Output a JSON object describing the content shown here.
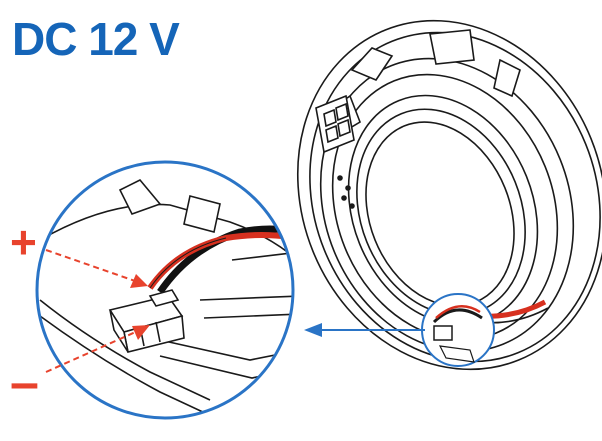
{
  "diagram": {
    "title": "DC 12 V",
    "polarity": {
      "positive": "+",
      "negative": "–"
    },
    "colors": {
      "title": "#1565b8",
      "positive": "#e8432d",
      "negative": "#e8432d",
      "callout": "#2a74c6",
      "outline": "#1a1a1a",
      "wire_red": "#d7301f",
      "wire_black": "#111111"
    },
    "parts": [
      "ring-housing",
      "power-connector",
      "detail-magnifier",
      "callout-arrow"
    ]
  }
}
